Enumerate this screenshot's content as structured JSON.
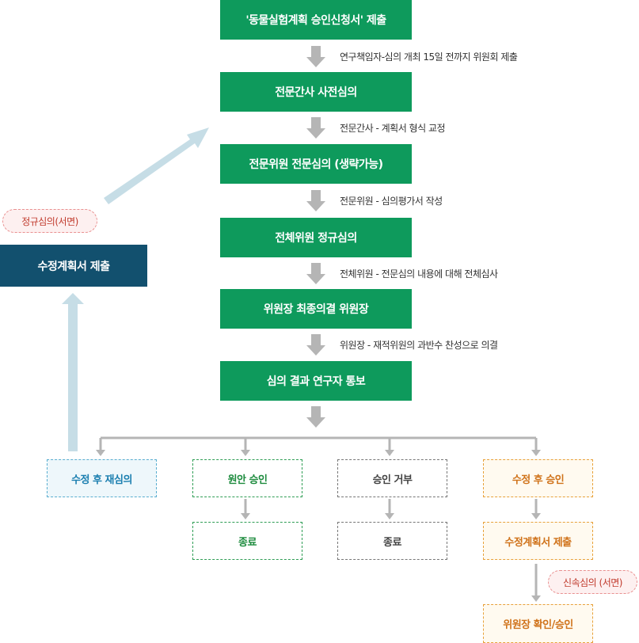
{
  "steps": [
    "'동물실험계획 승인신청서' 제출",
    "전문간사 사전심의",
    "전문위원 전문심의 (생략가능)",
    "전체위원 정규심의",
    "위원장 최종의결 위원장",
    "심의 결과 연구자 통보"
  ],
  "notes": [
    "연구책임자-심의 개최 15일 전까지 위원회 제출",
    "전문간사 - 계획서 형식 교정",
    "전문위원 - 심의평가서 작성",
    "전체위원 - 전문심의 내용에 대해 전체심사",
    "위원장 - 재적위원의 과반수 찬성으로 의결"
  ],
  "outcomes": {
    "resubmit": "수정 후 재심의",
    "approve": "원안 승인",
    "reject": "승인 거부",
    "conditional": "수정 후 승인"
  },
  "ends": {
    "approve_end": "종료",
    "reject_end": "종료",
    "conditional_submit": "수정계획서 제출",
    "conditional_confirm": "위원장 확인/승인"
  },
  "side": {
    "revised_plan": "수정계획서 제출",
    "regular_review_pill": "정규심의(서면)",
    "quick_review_pill": "신속심의 (서면)"
  },
  "colors": {
    "step_green": "#0e9a5c",
    "revised_navy": "#12506e",
    "arrow_gray": "#b5b5b5",
    "arrow_lightblue": "#c6dde6"
  }
}
